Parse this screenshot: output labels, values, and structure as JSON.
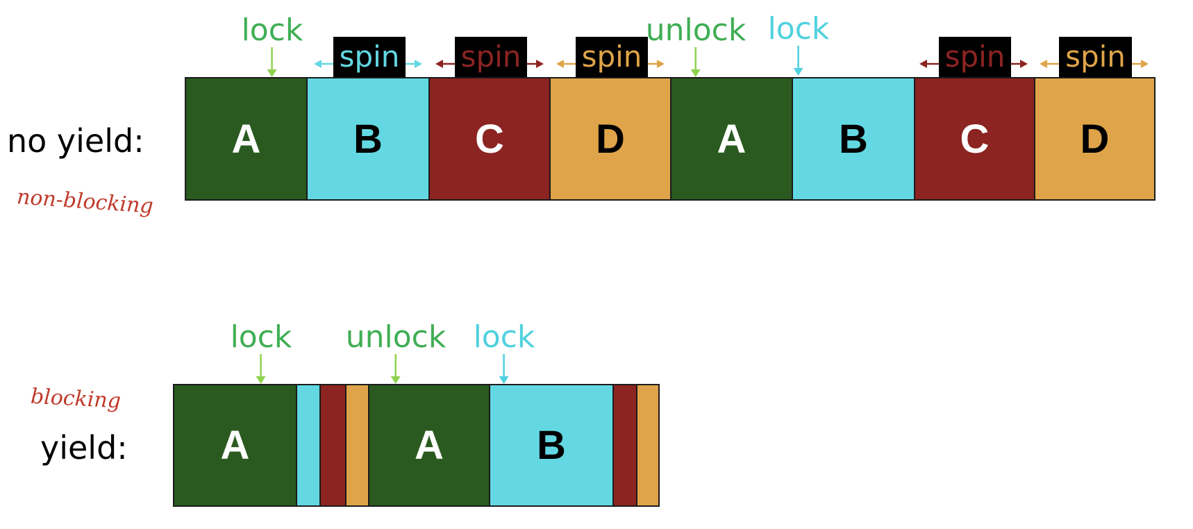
{
  "colors": {
    "A": "#2a5a1f",
    "B": "#63d8e2",
    "C": "#8c2422",
    "D": "#dfa449",
    "green_label": "#3fae54",
    "green_arrow": "#8fd14f",
    "cyan_label": "#4fd1de"
  },
  "rows": {
    "no_yield": {
      "label": "no yield:",
      "note": "non-blocking",
      "segments": [
        {
          "text": "A",
          "color": "A",
          "text_color": "#ffffff"
        },
        {
          "text": "B",
          "color": "B",
          "text_color": "#000000"
        },
        {
          "text": "C",
          "color": "C",
          "text_color": "#ffffff"
        },
        {
          "text": "D",
          "color": "D",
          "text_color": "#000000"
        },
        {
          "text": "A",
          "color": "A",
          "text_color": "#ffffff"
        },
        {
          "text": "B",
          "color": "B",
          "text_color": "#000000"
        },
        {
          "text": "C",
          "color": "C",
          "text_color": "#ffffff"
        },
        {
          "text": "D",
          "color": "D",
          "text_color": "#000000"
        }
      ],
      "annotations": [
        {
          "text": "lock",
          "color": "green_label",
          "arrow": "green_arrow"
        },
        {
          "text": "unlock",
          "color": "green_label",
          "arrow": "green_arrow"
        },
        {
          "text": "lock",
          "color": "cyan_label",
          "arrow": "cyan_label"
        }
      ],
      "spins": [
        {
          "text": "spin",
          "color": "B"
        },
        {
          "text": "spin",
          "color": "C"
        },
        {
          "text": "spin",
          "color": "D"
        },
        {
          "text": "spin",
          "color": "C"
        },
        {
          "text": "spin",
          "color": "D"
        }
      ]
    },
    "yield": {
      "label": "yield:",
      "note": "blocking",
      "segments": [
        {
          "text": "A",
          "color": "A",
          "text_color": "#ffffff"
        },
        {
          "text": "",
          "color": "B",
          "text_color": "#000000"
        },
        {
          "text": "",
          "color": "C",
          "text_color": "#ffffff"
        },
        {
          "text": "",
          "color": "D",
          "text_color": "#000000"
        },
        {
          "text": "A",
          "color": "A",
          "text_color": "#ffffff"
        },
        {
          "text": "B",
          "color": "B",
          "text_color": "#000000"
        },
        {
          "text": "",
          "color": "C",
          "text_color": "#ffffff"
        },
        {
          "text": "",
          "color": "D",
          "text_color": "#000000"
        }
      ],
      "annotations": [
        {
          "text": "lock",
          "color": "green_label",
          "arrow": "green_arrow"
        },
        {
          "text": "unlock",
          "color": "green_label",
          "arrow": "green_arrow"
        },
        {
          "text": "lock",
          "color": "cyan_label",
          "arrow": "cyan_label"
        }
      ]
    }
  }
}
